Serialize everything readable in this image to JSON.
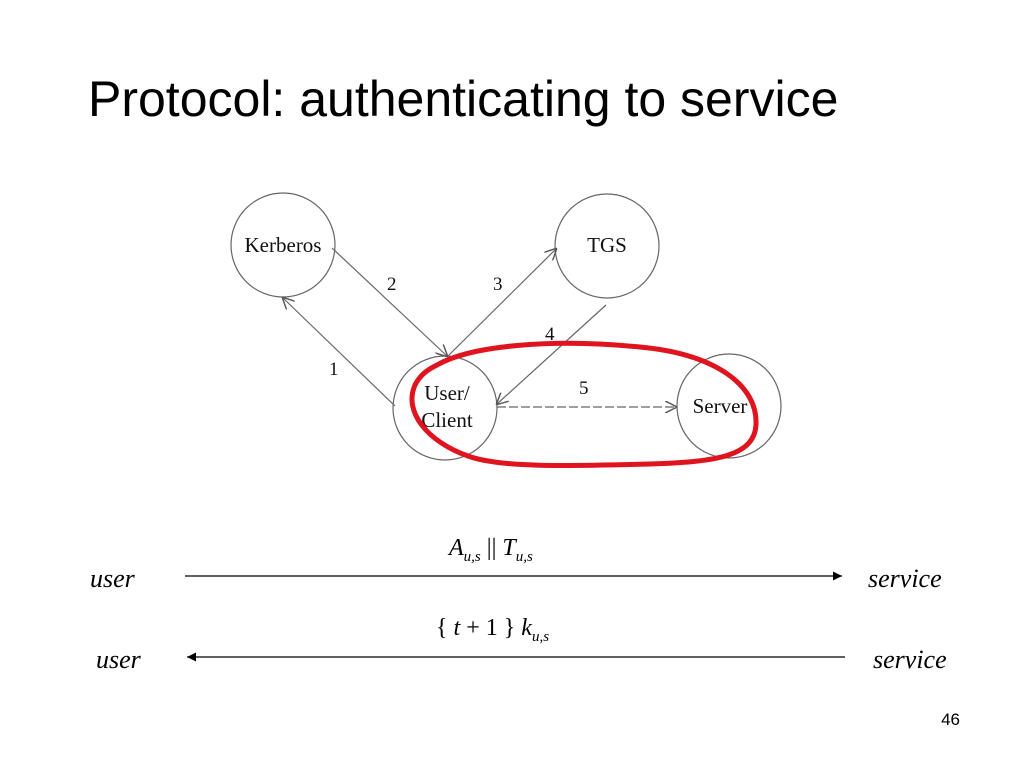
{
  "title": "Protocol: authenticating to service",
  "diagram": {
    "nodes": {
      "kerberos": "Kerberos",
      "tgs": "TGS",
      "client_line1": "User/",
      "client_line2": "Client",
      "server": "Server"
    },
    "edges": {
      "e1": "1",
      "e2": "2",
      "e3": "3",
      "e4": "4",
      "e5": "5"
    },
    "highlight_color": "#e0141e"
  },
  "messages": {
    "forward": {
      "sender": "user",
      "receiver": "service",
      "A": "A",
      "A_sub": "u,s",
      "sep": "||",
      "T": "T",
      "T_sub": "u,s"
    },
    "reply": {
      "receiver": "user",
      "sender": "service",
      "open": "{",
      "t": "t",
      "plus_one": "+ 1",
      "close": "}",
      "k": "k",
      "k_sub": "u,s"
    }
  },
  "page_number": "46"
}
